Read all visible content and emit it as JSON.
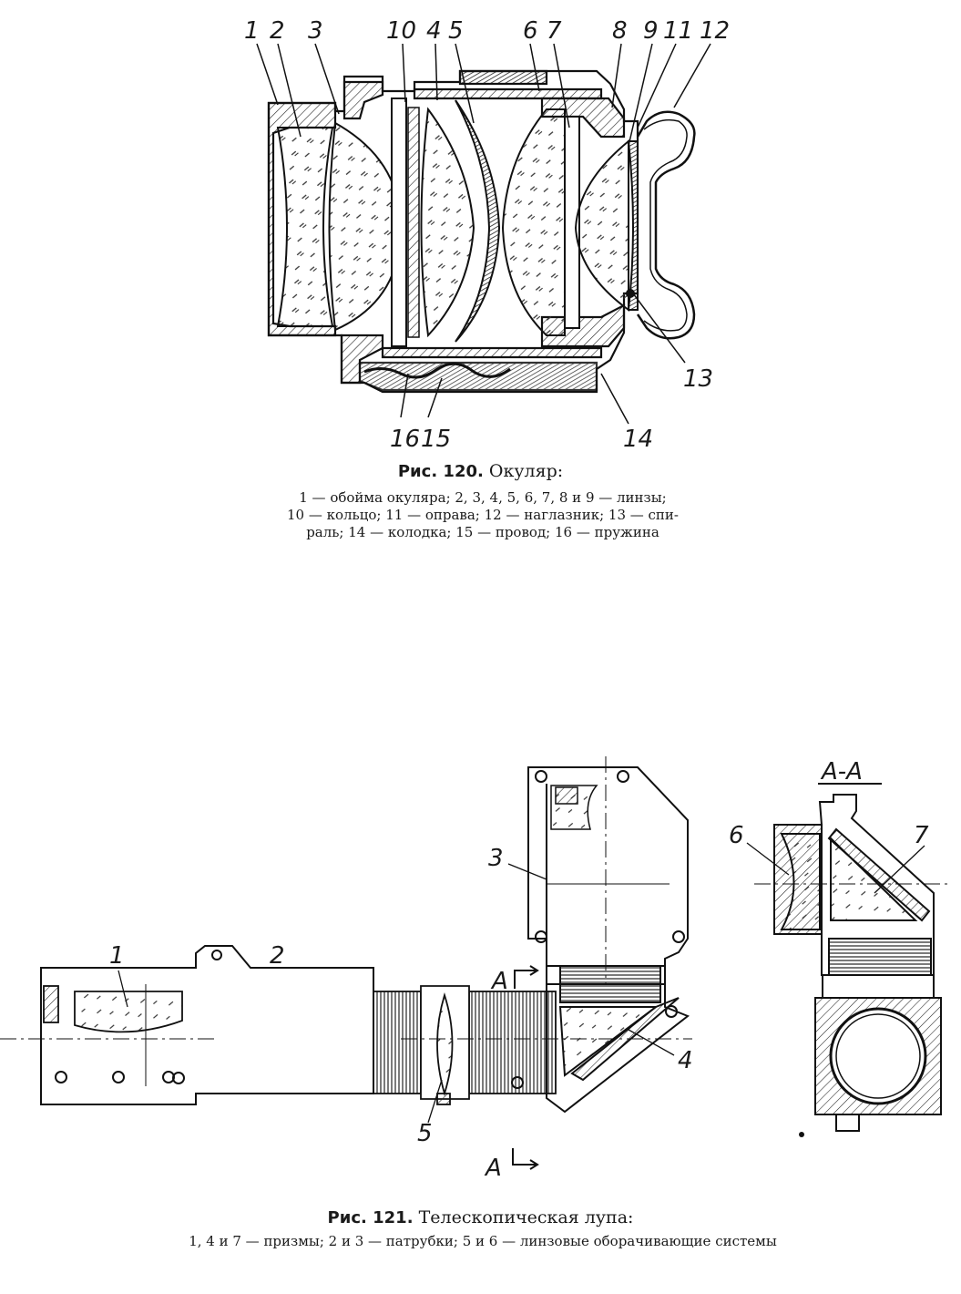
{
  "fig120": {
    "labels": [
      "1",
      "2",
      "3",
      "10",
      "4",
      "5",
      "6",
      "7",
      "8",
      "9",
      "11",
      "12",
      "13",
      "14",
      "15",
      "16"
    ],
    "caption_number": "Рис. 120.",
    "caption_title": "Окуляр:",
    "caption_line1": "1 — обойма окуляра; 2, 3, 4, 5, 6, 7, 8 и 9 — линзы;",
    "caption_line2": "10 — кольцо; 11 — оправа; 12 — наглазник; 13 — спи-",
    "caption_line3": "раль; 14 — колодка; 15 — провод; 16 — пружина"
  },
  "fig121": {
    "labels": [
      "1",
      "2",
      "3",
      "4",
      "5",
      "6",
      "7"
    ],
    "section_label": "A-A",
    "section_mark_top": "A",
    "section_mark_bottom": "A",
    "caption_number": "Рис. 121.",
    "caption_title": "Телескопическая лупа:",
    "caption_line1": "1, 4 и 7 — призмы; 2 и 3 — патрубки; 5 и 6 — линзовые оборачивающие системы"
  }
}
